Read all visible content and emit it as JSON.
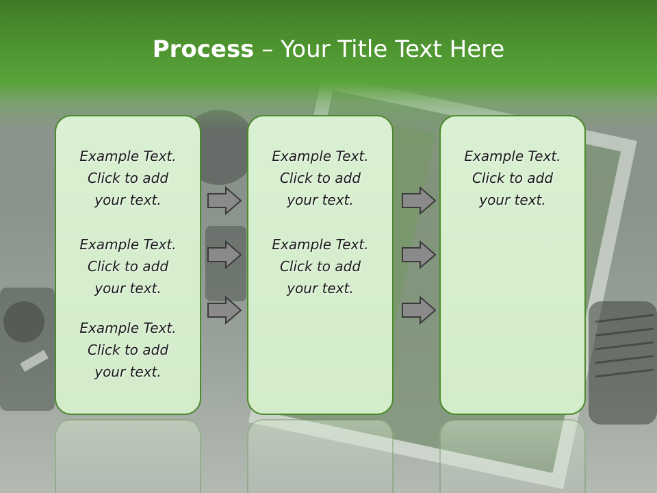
{
  "slide": {
    "title_bold": "Process",
    "title_rest": " – Your Title Text Here",
    "colors": {
      "header": "#4e9530",
      "box_fill": "#d6eecd",
      "box_border": "#4d8a2c",
      "arrow_fill": "#8a8a8a"
    }
  },
  "columns": [
    {
      "items": [
        {
          "line1": "Example Text.",
          "line2": "Click  to add",
          "line3": "your text."
        },
        {
          "line1": "Example Text.",
          "line2": "Click  to add",
          "line3": "your text."
        },
        {
          "line1": "Example Text.",
          "line2": "Click  to add",
          "line3": "your text."
        }
      ]
    },
    {
      "items": [
        {
          "line1": "Example Text.",
          "line2": "Click  to add",
          "line3": "your text."
        },
        {
          "line1": "Example Text.",
          "line2": "Click  to add",
          "line3": "your text."
        }
      ]
    },
    {
      "items": [
        {
          "line1": "Example Text.",
          "line2": "Click  to add",
          "line3": "your text."
        }
      ]
    }
  ],
  "arrows": {
    "icon": "right-arrow-icon"
  }
}
